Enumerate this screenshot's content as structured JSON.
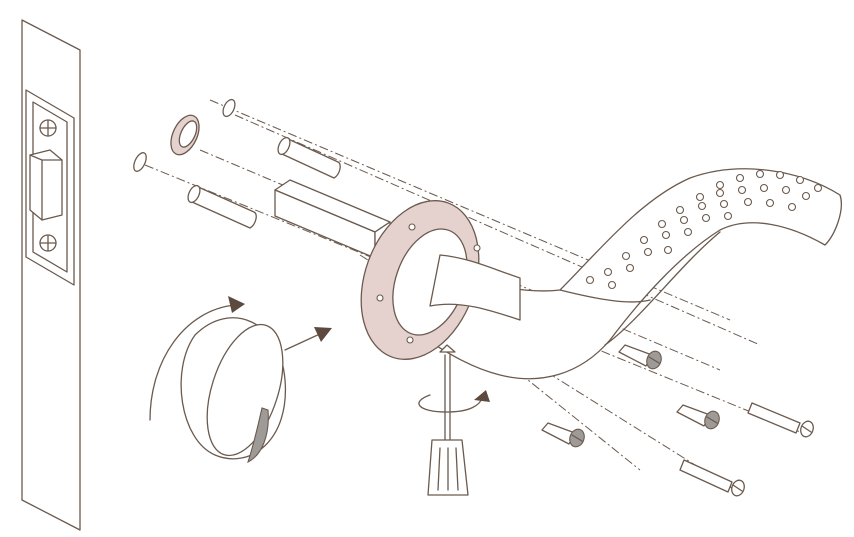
{
  "colors": {
    "line": "#6b5a4e",
    "rosette_fill": "#e5d2cf",
    "screw_head": "#9e9a97",
    "background": "#ffffff"
  },
  "icons": {
    "latch_plate": "latch-plate-icon",
    "door_handle": "lever-handle-icon",
    "rosette": "rosette-icon",
    "cover_cap": "cover-cap-icon",
    "screwdriver": "screwdriver-icon",
    "screw": "screw-icon",
    "rotate_arrow": "rotate-arrow-icon"
  },
  "parts": {
    "screws_count": 5,
    "pins_count": 2,
    "washers_count": 3
  }
}
